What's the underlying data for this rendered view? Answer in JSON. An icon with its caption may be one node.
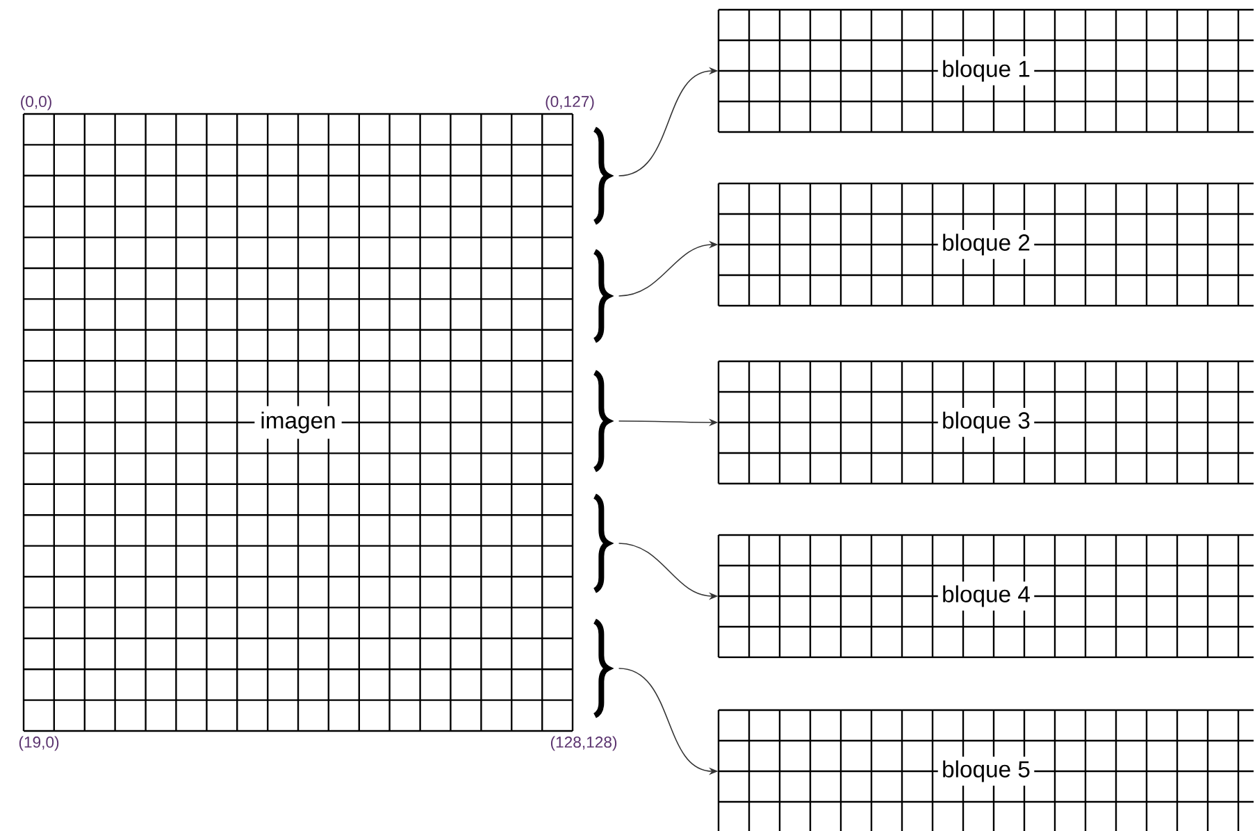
{
  "diagram": {
    "nodes": [
      {
        "text": [
          "imagen"
        ]
      },
      {
        "text": [],
        "shape": "brace"
      },
      {
        "text": [],
        "shape": "brace"
      },
      {
        "text": [],
        "shape": "brace"
      },
      {
        "text": [],
        "shape": "brace"
      },
      {
        "text": [],
        "shape": "brace"
      },
      {
        "text": [
          "bloque 1"
        ]
      },
      {
        "text": [
          "bloque 2"
        ]
      },
      {
        "text": [
          "bloque 3"
        ]
      },
      {
        "text": [
          "bloque 4"
        ]
      },
      {
        "text": [
          "bloque 5"
        ]
      }
    ],
    "edges": [
      {
        "from": 1,
        "to": 6,
        "arrow": "to"
      },
      {
        "from": 2,
        "to": 7,
        "arrow": "to"
      },
      {
        "from": 3,
        "to": 8,
        "arrow": "to"
      },
      {
        "from": 4,
        "to": 9,
        "arrow": "to"
      },
      {
        "from": 5,
        "to": 10,
        "arrow": "to"
      }
    ],
    "labels": [
      "(0,0)",
      "(0,127)",
      "(19,0)",
      "(128,128)"
    ]
  }
}
